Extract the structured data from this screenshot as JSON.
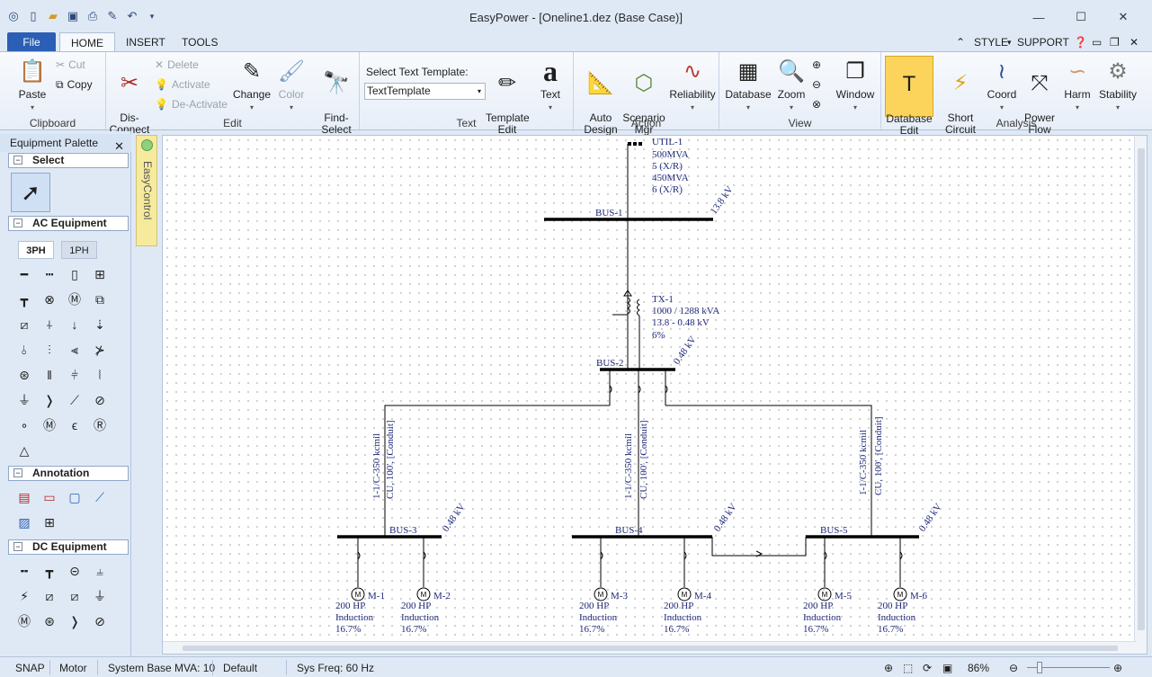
{
  "window": {
    "title": "EasyPower - [Oneline1.dez  (Base Case)]"
  },
  "ribbon_tabs": {
    "file": "File",
    "home": "HOME",
    "insert": "INSERT",
    "tools": "TOOLS",
    "style": "STYLE",
    "support": "SUPPORT"
  },
  "clipboard": {
    "paste": "Paste",
    "cut": "Cut",
    "copy": "Copy",
    "label": "Clipboard"
  },
  "edit": {
    "disconnect": "Dis-\nConnect",
    "delete": "Delete",
    "activate": "Activate",
    "deactivate": "De-Activate",
    "change": "Change",
    "color": "Color",
    "find_select": "Find-\nSelect",
    "label": "Edit"
  },
  "text_group": {
    "template_label": "Select Text Template:",
    "template_value": "TextTemplate",
    "template_edit": "Template\nEdit",
    "text": "Text",
    "label": "Text"
  },
  "action": {
    "auto_design": "Auto\nDesign",
    "scenario_mgr": "Scenario\nMgr",
    "reliability": "Reliability",
    "label": "Action"
  },
  "view": {
    "database": "Database",
    "zoom": "Zoom",
    "window": "Window",
    "label": "View"
  },
  "analysis": {
    "database_edit": "Database\nEdit",
    "short_circuit": "Short\nCircuit",
    "coord": "Coord",
    "power_flow": "Power\nFlow",
    "harm": "Harm",
    "stability": "Stability",
    "label": "Analysis"
  },
  "palette": {
    "title": "Equipment Palette",
    "sections": {
      "select": "Select",
      "ac": "AC Equipment",
      "annotation": "Annotation",
      "dc": "DC Equipment"
    },
    "tabs": {
      "three_phase": "3PH",
      "one_phase": "1PH"
    }
  },
  "easycontrol": {
    "label": "EasyControl"
  },
  "oneline": {
    "util": {
      "name": "UTIL-1",
      "lines": [
        "500MVA",
        "5 (X/R)",
        "450MVA",
        "6 (X/R)"
      ]
    },
    "bus1": {
      "name": "BUS-1",
      "kv": "13.8 kV"
    },
    "tx": {
      "name": "TX-1",
      "lines": [
        "1000 / 1288 kVA",
        "13.8 - 0.48 kV",
        "6%"
      ]
    },
    "bus2": {
      "name": "BUS-2",
      "kv": "0.48 kV"
    },
    "cable": {
      "line1": "1-1/C-350 kcmil",
      "line2": "CU, 100', [Conduit]"
    },
    "bus3": {
      "name": "BUS-3",
      "kv": "0.48 kV"
    },
    "bus4": {
      "name": "BUS-4",
      "kv": "0.48 kV"
    },
    "bus5": {
      "name": "BUS-5",
      "kv": "0.48 kV"
    },
    "motors": [
      {
        "name": "M-1",
        "hp": "200 HP",
        "type": "Induction",
        "pct": "16.7%"
      },
      {
        "name": "M-2",
        "hp": "200 HP",
        "type": "Induction",
        "pct": "16.7%"
      },
      {
        "name": "M-3",
        "hp": "200 HP",
        "type": "Induction",
        "pct": "16.7%"
      },
      {
        "name": "M-4",
        "hp": "200 HP",
        "type": "Induction",
        "pct": "16.7%"
      },
      {
        "name": "M-5",
        "hp": "200 HP",
        "type": "Induction",
        "pct": "16.7%"
      },
      {
        "name": "M-6",
        "hp": "200 HP",
        "type": "Induction",
        "pct": "16.7%"
      }
    ]
  },
  "status": {
    "snap": "SNAP",
    "motor": "Motor",
    "sys_base": "System Base MVA: 10",
    "default": "Default",
    "sys_freq": "Sys Freq: 60 Hz",
    "zoom": "86%"
  },
  "colors": {
    "file_tab": "#2b5fb5",
    "accent_button": "#fcd45c",
    "diagram_text": "#1f2a7a"
  }
}
